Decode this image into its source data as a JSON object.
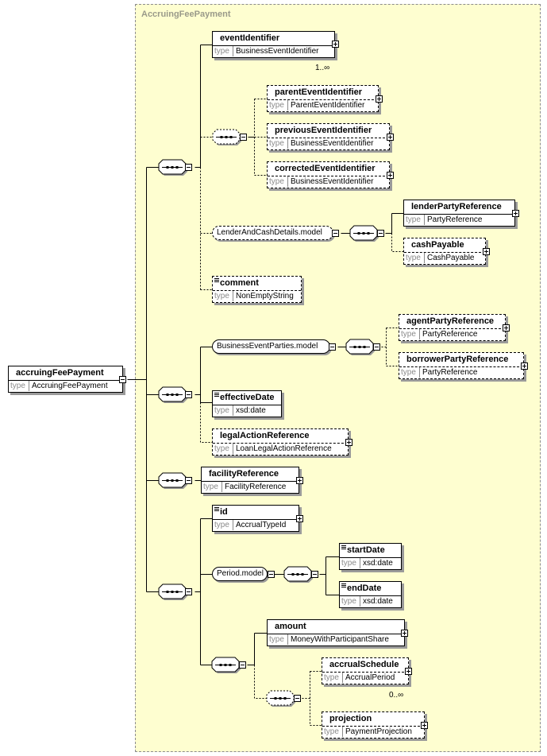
{
  "diagram": {
    "container_title": "AccruingFeePayment",
    "type_key": "type",
    "root": {
      "name": "accruingFeePayment",
      "type": "AccruingFeePayment"
    },
    "elements": {
      "eventIdentifier": {
        "name": "eventIdentifier",
        "type": "BusinessEventIdentifier",
        "cardinality": "1..∞"
      },
      "parentEventIdentifier": {
        "name": "parentEventIdentifier",
        "type": "ParentEventIdentifier"
      },
      "previousEventIdentifier": {
        "name": "previousEventIdentifier",
        "type": "BusinessEventIdentifier"
      },
      "correctedEventIdentifier": {
        "name": "correctedEventIdentifier",
        "type": "BusinessEventIdentifier"
      },
      "lenderAndCashGroup": {
        "name": "LenderAndCashDetails.model"
      },
      "lenderPartyReference": {
        "name": "lenderPartyReference",
        "type": "PartyReference"
      },
      "cashPayable": {
        "name": "cashPayable",
        "type": "CashPayable"
      },
      "comment": {
        "name": "comment",
        "type": "NonEmptyString"
      },
      "businessEventPartiesGroup": {
        "name": "BusinessEventParties.model"
      },
      "agentPartyReference": {
        "name": "agentPartyReference",
        "type": "PartyReference"
      },
      "borrowerPartyReference": {
        "name": "borrowerPartyReference",
        "type": "PartyReference"
      },
      "effectiveDate": {
        "name": "effectiveDate",
        "type": "xsd:date"
      },
      "legalActionReference": {
        "name": "legalActionReference",
        "type": "LoanLegalActionReference"
      },
      "facilityReference": {
        "name": "facilityReference",
        "type": "FacilityReference"
      },
      "id": {
        "name": "id",
        "type": "AccrualTypeId"
      },
      "periodGroup": {
        "name": "Period.model"
      },
      "startDate": {
        "name": "startDate",
        "type": "xsd:date"
      },
      "endDate": {
        "name": "endDate",
        "type": "xsd:date"
      },
      "amount": {
        "name": "amount",
        "type": "MoneyWithParticipantShare"
      },
      "accrualSchedule": {
        "name": "accrualSchedule",
        "type": "AccrualPeriod",
        "cardinality": "0..∞"
      },
      "projection": {
        "name": "projection",
        "type": "PaymentProjection"
      }
    }
  }
}
